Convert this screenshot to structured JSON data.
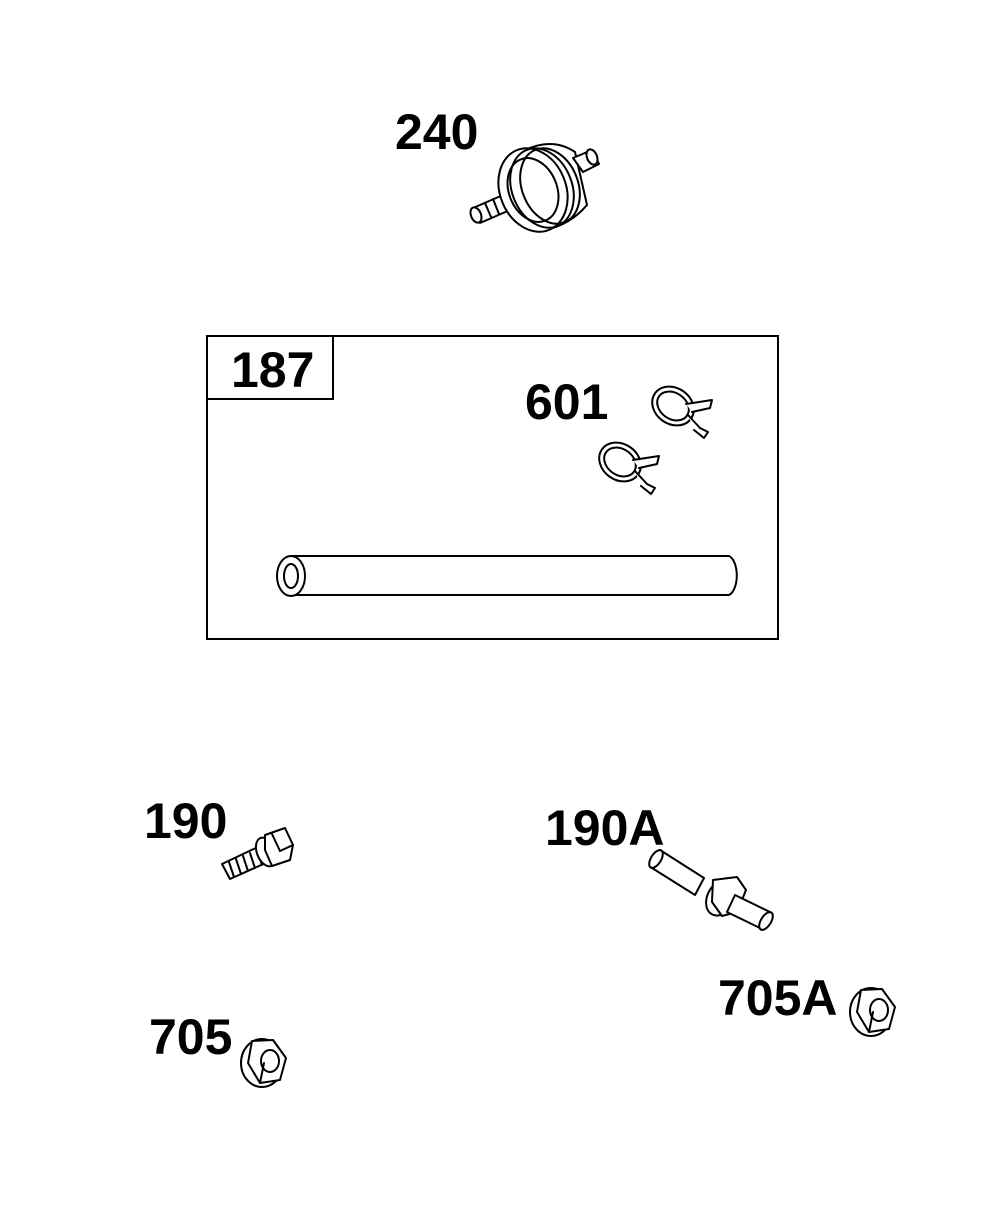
{
  "parts": [
    {
      "id": "240",
      "label": "240"
    },
    {
      "id": "187",
      "label": "187"
    },
    {
      "id": "601",
      "label": "601"
    },
    {
      "id": "190",
      "label": "190"
    },
    {
      "id": "190A",
      "label": "190A"
    },
    {
      "id": "705",
      "label": "705"
    },
    {
      "id": "705A",
      "label": "705A"
    }
  ],
  "colors": {
    "line": "#000000",
    "background": "#ffffff"
  },
  "icons": [
    "fuel-filter-icon",
    "hose-clamp-icon",
    "fuel-line-icon",
    "flange-bolt-icon",
    "stud-icon",
    "flange-nut-icon"
  ]
}
